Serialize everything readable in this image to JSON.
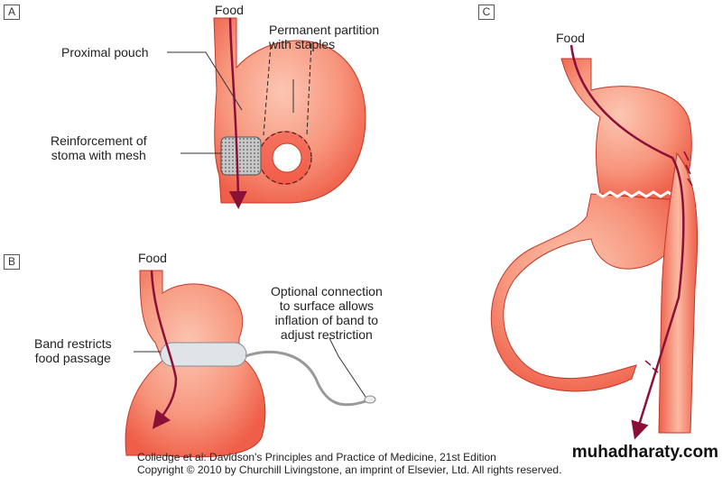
{
  "panels": {
    "a": {
      "letter": "A",
      "food": "Food",
      "proximal_pouch": "Proximal pouch",
      "partition": "Permanent partition\nwith staples",
      "reinforcement": "Reinforcement of\nstoma with mesh"
    },
    "b": {
      "letter": "B",
      "food": "Food",
      "band": "Band restricts\nfood passage",
      "connection": "Optional connection\nto surface allows\ninflation of band to\nadjust restriction"
    },
    "c": {
      "letter": "C",
      "food": "Food"
    }
  },
  "caption": {
    "line1": "Colledge et al: Davidson's Principles and Practice of Medicine, 21st Edition",
    "line2": "Copyright © 2010 by Churchill Livingstone, an imprint of Elsevier, Ltd. All rights reserved."
  },
  "watermark": "muhadharaty.com",
  "colors": {
    "tissue": "#f47a62",
    "tissue_light": "#fbb9a3",
    "arrow": "#8b1038",
    "band": "#d8dde0"
  }
}
